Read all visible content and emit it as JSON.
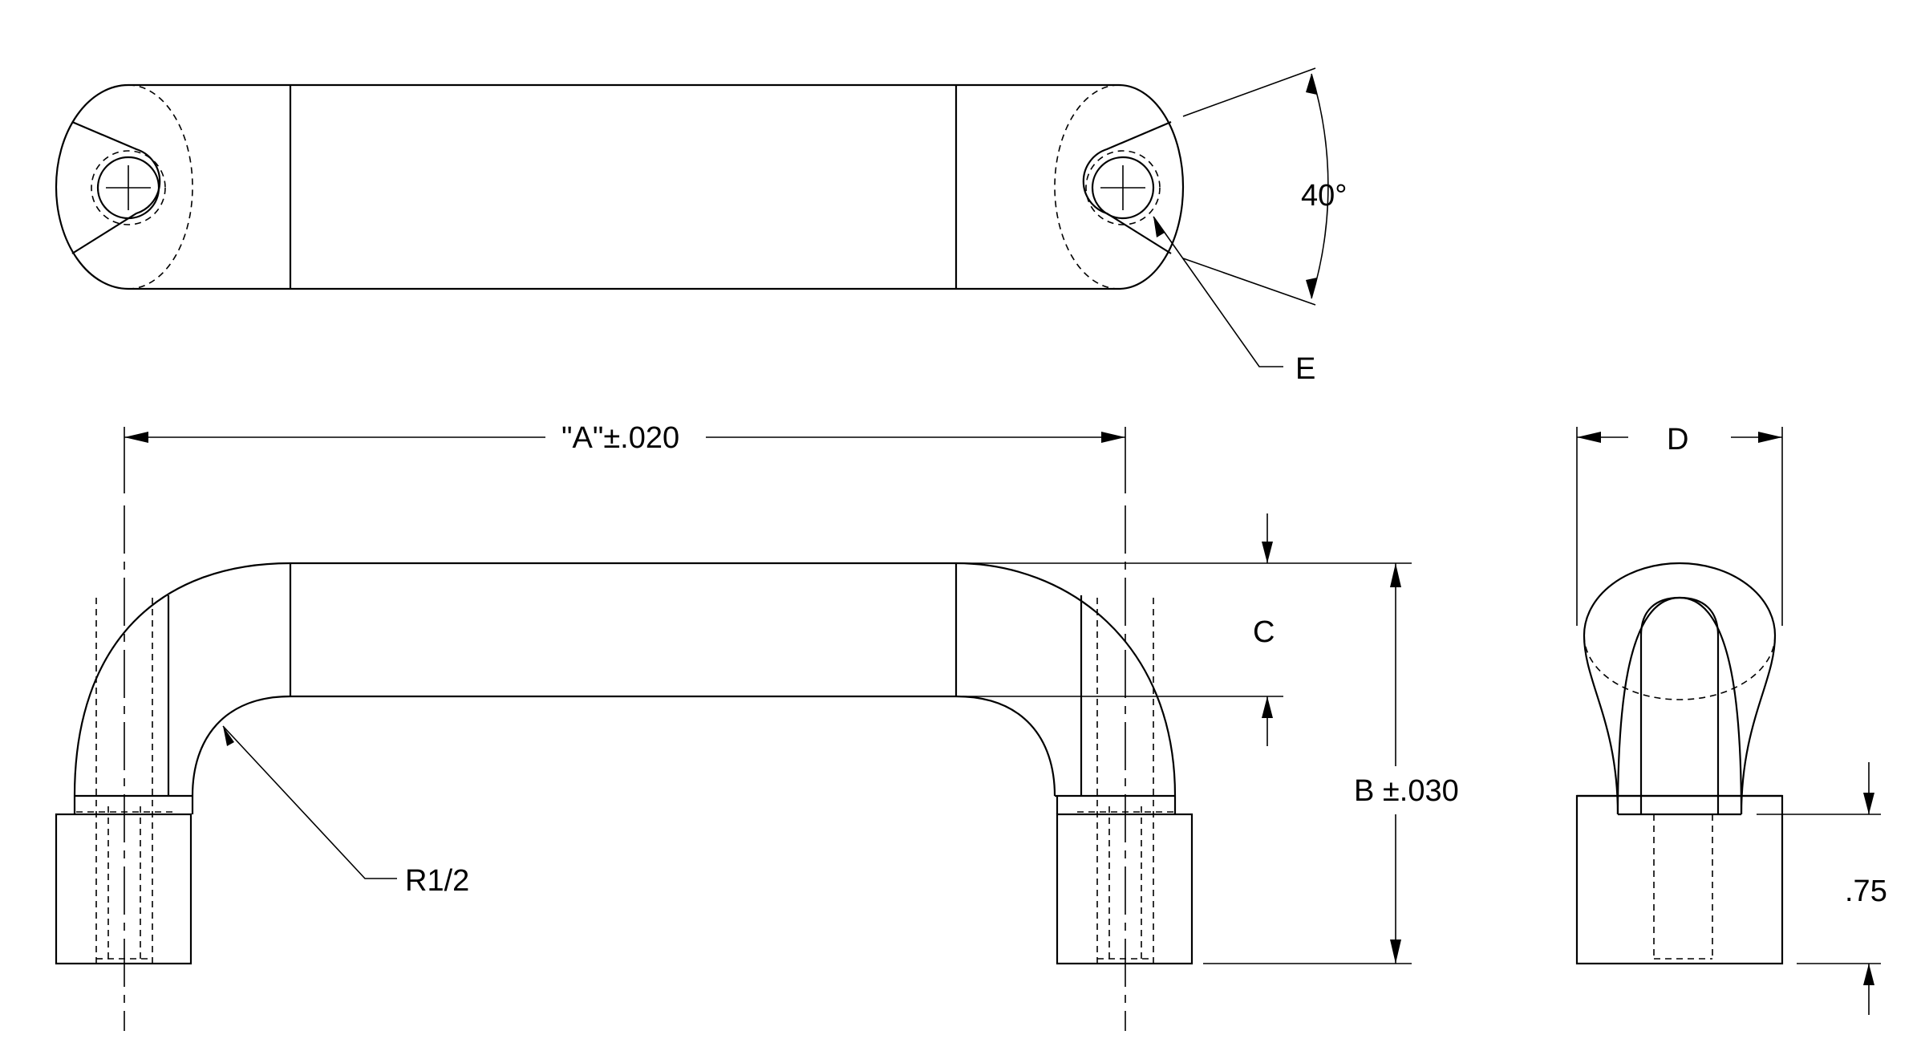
{
  "labels": {
    "angle": "40°",
    "hole": "E",
    "length": "\"A\"±.020",
    "depth": "D",
    "grip": "C",
    "height": "B ±.030",
    "radius": "R1/2",
    "thread_depth": ".75"
  },
  "colors": {
    "line": "#000000",
    "background": "#ffffff"
  }
}
